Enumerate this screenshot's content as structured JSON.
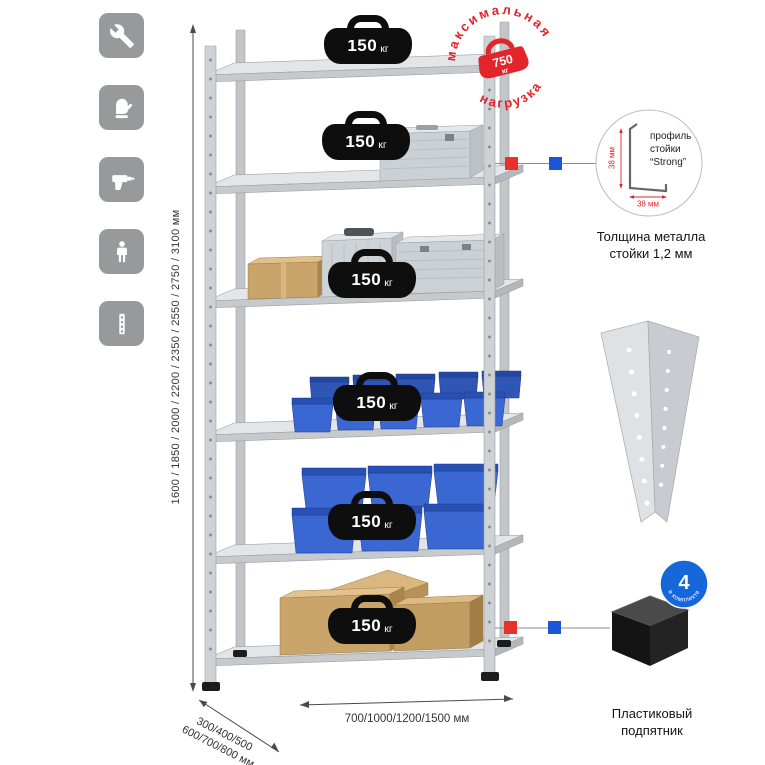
{
  "meta": {
    "background": "#ffffff"
  },
  "sidebar_icons": [
    {
      "name": "wrench"
    },
    {
      "name": "gloves"
    },
    {
      "name": "drill"
    },
    {
      "name": "person"
    },
    {
      "name": "perforated-post"
    }
  ],
  "dimensions": {
    "height": "1600 / 1850 / 2000 / 2200 / 2350 / 2550 / 2750 / 3100 мм",
    "depth": "300/400/500\n600/700/800 мм",
    "width": "700/1000/1200/1500 мм"
  },
  "shelf_load": {
    "value": "150",
    "unit": "кг"
  },
  "max_load_stamp": {
    "line_top": "максимальная",
    "line_bottom": "нагрузка",
    "value": "750",
    "unit": "кг"
  },
  "profile_callout": {
    "labels": "профиль\nстойки\n“Strong”",
    "dim_vertical": "38 мм",
    "dim_horizontal": "38 мм",
    "caption": "Толщина металла\nстойки 1,2 мм"
  },
  "foot_callout": {
    "badge_number": "4",
    "badge_text": "в комплекте",
    "caption": "Пластиковый\nподпятник"
  },
  "colors": {
    "accent_red": "#e3242b",
    "accent_blue": "#1a57d6",
    "badge_black": "#0e0e0e",
    "bin_blue": "#3b67d2"
  }
}
